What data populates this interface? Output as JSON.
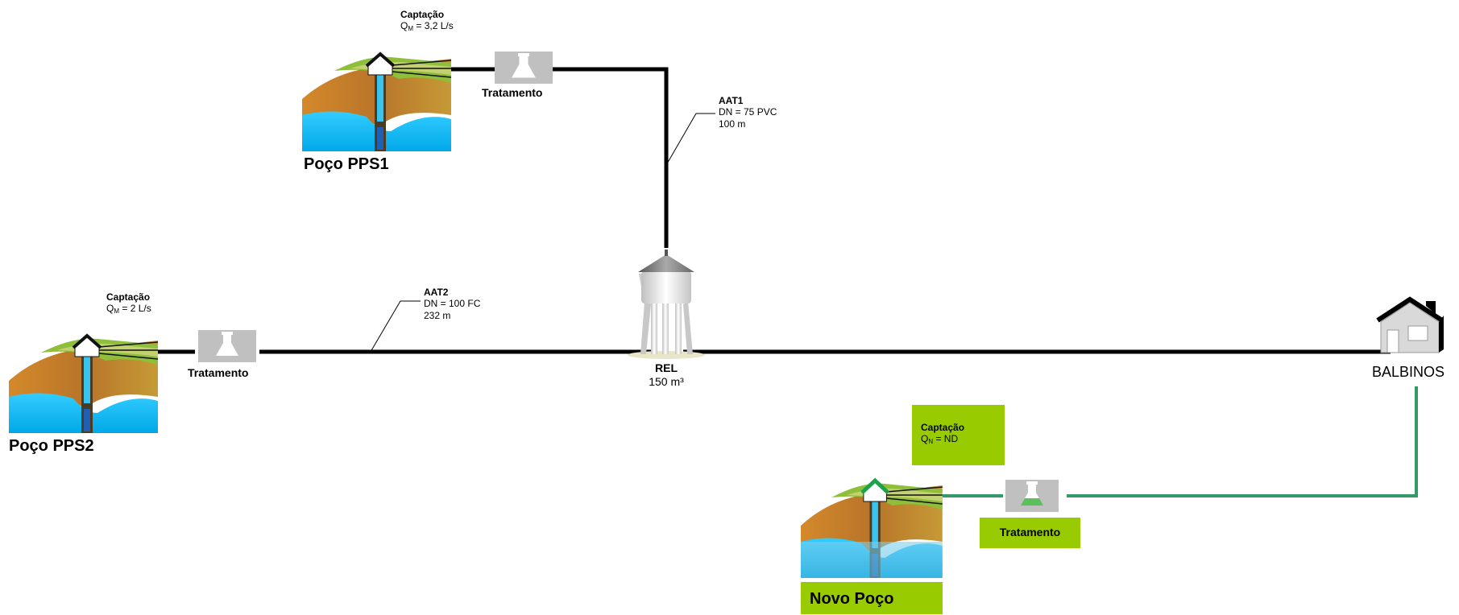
{
  "wells": {
    "pps1": {
      "name": "Poço PPS1",
      "captacao_title": "Captação",
      "q_prefix": "Q",
      "q_sub": "M",
      "q_value": " = 3,2 L/s"
    },
    "pps2": {
      "name": "Poço PPS2",
      "captacao_title": "Captação",
      "q_prefix": "Q",
      "q_sub": "M",
      "q_value": " = 2 L/s"
    },
    "novo": {
      "name": "Novo Poço",
      "captacao_title": "Captação",
      "q_prefix": "Q",
      "q_sub": "N",
      "q_value": " = ND"
    }
  },
  "treatment": {
    "pps1_label": "Tratamento",
    "pps2_label": "Tratamento",
    "novo_label": "Tratamento"
  },
  "pipes": {
    "aat1": {
      "name": "AAT1",
      "dn": "DN = 75 PVC",
      "length": "100 m"
    },
    "aat2": {
      "name": "AAT2",
      "dn": "DN = 100 FC",
      "length": "232 m"
    }
  },
  "reservoir": {
    "name": "REL",
    "volume": "150 m³"
  },
  "destination": {
    "name": "BALBINOS"
  },
  "colors": {
    "existing_pipe": "#000000",
    "proposed_pipe": "#339966",
    "proposed_fill": "#99cc00",
    "treatment_box": "#c0c0c0"
  }
}
